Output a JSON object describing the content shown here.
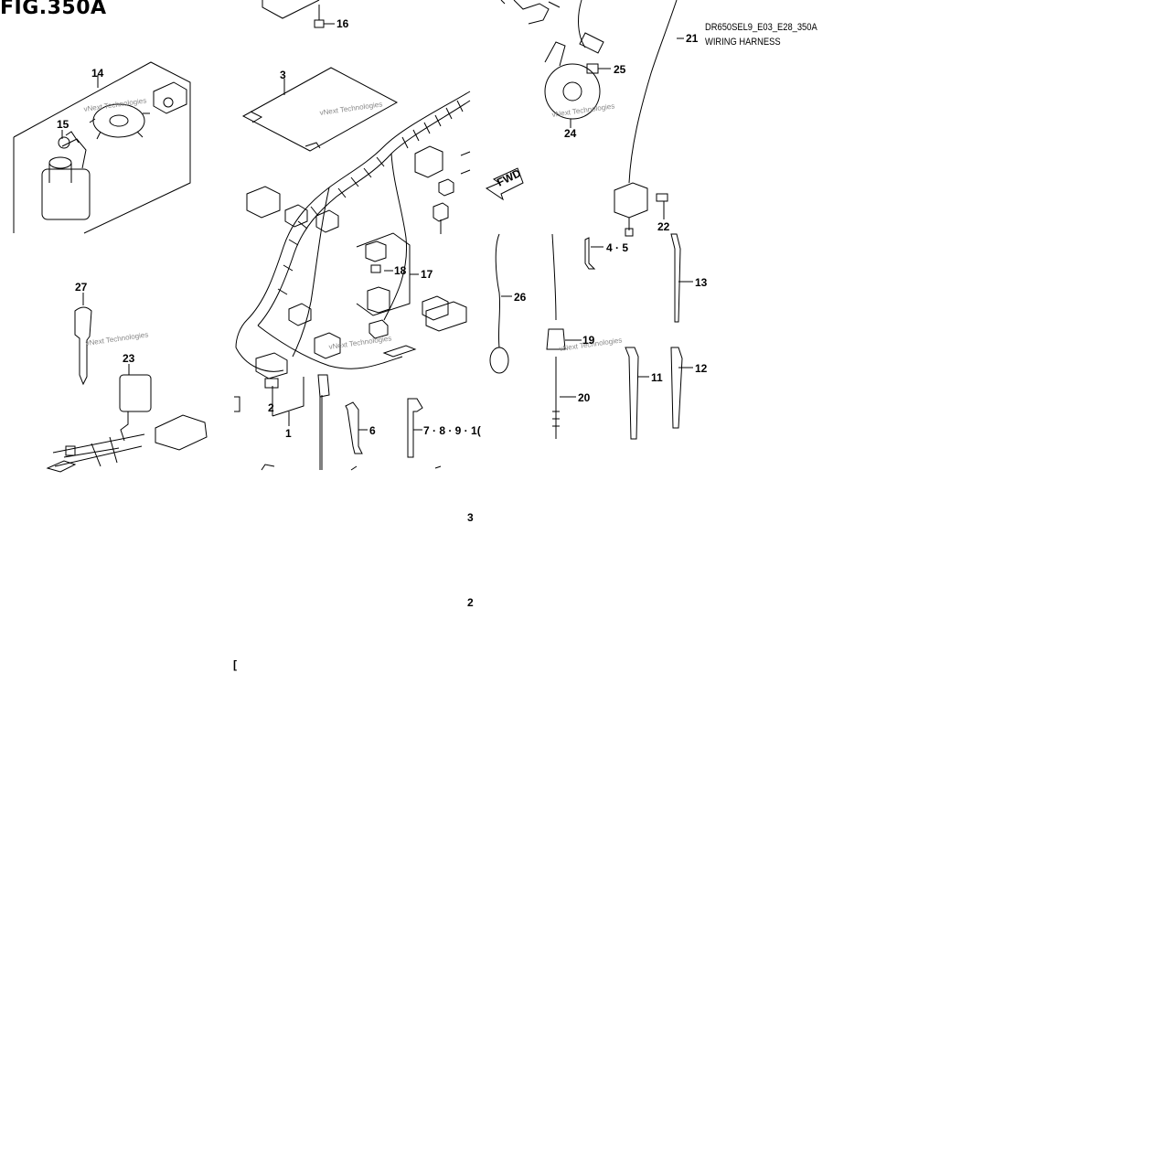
{
  "figure": {
    "title": "FIG.350A",
    "code": "DR650SEL9_E03_E28_350A",
    "name": "WIRING HARNESS"
  },
  "direction_label": "FWD",
  "watermark_text": "vNext Technologies",
  "callouts": {
    "c1": "1",
    "c2": "2",
    "c3": "3",
    "c45": "4 · 5",
    "c6": "6",
    "c7": "7 · 8 · 9 · 1(",
    "c11": "11",
    "c12": "12",
    "c13": "13",
    "c14": "14",
    "c15": "15",
    "c16": "16",
    "c17": "17",
    "c18": "18",
    "c19": "19",
    "c20": "20",
    "c21": "21",
    "c22": "22",
    "c23": "23",
    "c24": "24",
    "c25": "25",
    "c26": "26",
    "c27": "27"
  },
  "edge_fragments": {
    "f1": "3",
    "f2": "2",
    "f3": "["
  },
  "colors": {
    "line": "#000000",
    "background": "#ffffff",
    "watermark": "#888888"
  }
}
